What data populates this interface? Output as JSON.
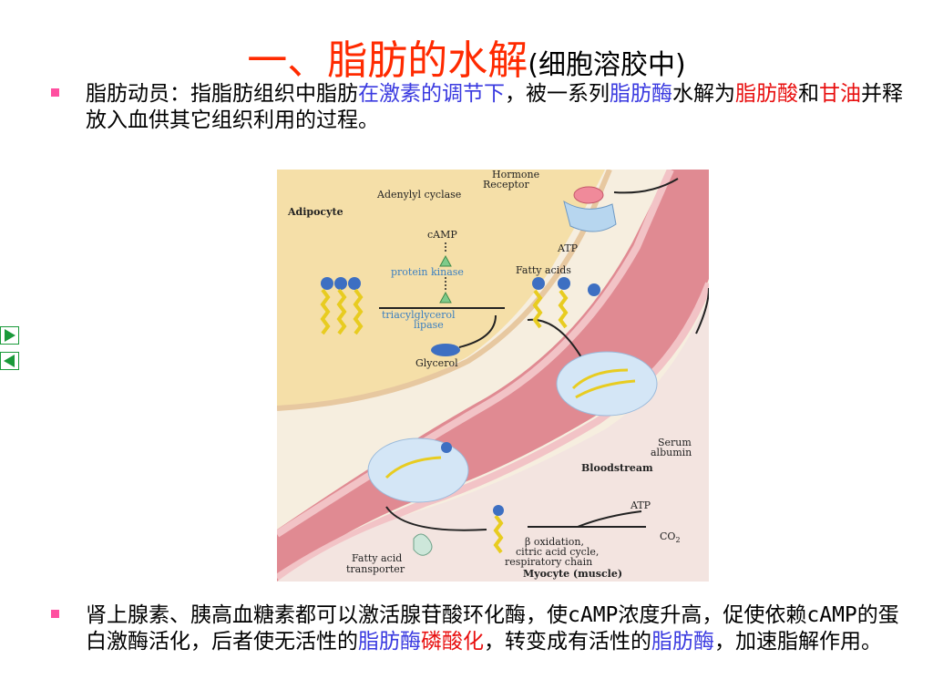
{
  "title": {
    "main": "一、脂肪的水解",
    "sub": "(细胞溶胶中)"
  },
  "bullet1": {
    "t1": "脂肪动员：指脂肪组织中脂肪",
    "t2": "在激素的调节下",
    "t3": "，被一系列",
    "t4": "脂肪酶",
    "t5": "水解为",
    "t6": "脂肪酸",
    "t7": "和",
    "t8": "甘油",
    "t9": "并释放入血供其它组织利用的过程。"
  },
  "bullet2": {
    "t1": "肾上腺素、胰高血糖素都可以激活腺苷酸环化酶，使cAMP浓度升高，促使依赖cAMP的蛋白激酶活化，后者使无活性的",
    "t2": "脂肪酶",
    "t3": "磷酸化",
    "t4": "，转变成有活性的",
    "t5": "脂肪酶",
    "t6": "，加速脂解作用。"
  },
  "figure": {
    "hormone": "Hormone",
    "receptor": "Receptor",
    "adenylyl": "Adenylyl cyclase",
    "adipocyte": "Adipocyte",
    "camp": "cAMP",
    "atp_top": "ATP",
    "protein_kinase": "protein kinase",
    "fatty_acids": "Fatty acids",
    "tag_lipase_1": "triacylglycerol",
    "tag_lipase_2": "lipase",
    "glycerol": "Glycerol",
    "serum_1": "Serum",
    "serum_2": "albumin",
    "bloodstream": "Bloodstream",
    "atp_bottom": "ATP",
    "co2": "CO",
    "co2_sub": "2",
    "beta_ox_1": "β oxidation,",
    "beta_ox_2": "citric acid cycle,",
    "beta_ox_3": "respiratory chain",
    "transporter_1": "Fatty acid",
    "transporter_2": "transporter",
    "myocyte": "Myocyte (muscle)"
  },
  "colors": {
    "title_red": "#ff2a00",
    "keyword_blue": "#3a3ae0",
    "keyword_red": "#e81010",
    "bullet_pink": "#ff4fa0",
    "nav_green": "#1a9a3a"
  },
  "nav": {
    "next_icon": "play-right-icon",
    "prev_icon": "play-left-icon"
  }
}
